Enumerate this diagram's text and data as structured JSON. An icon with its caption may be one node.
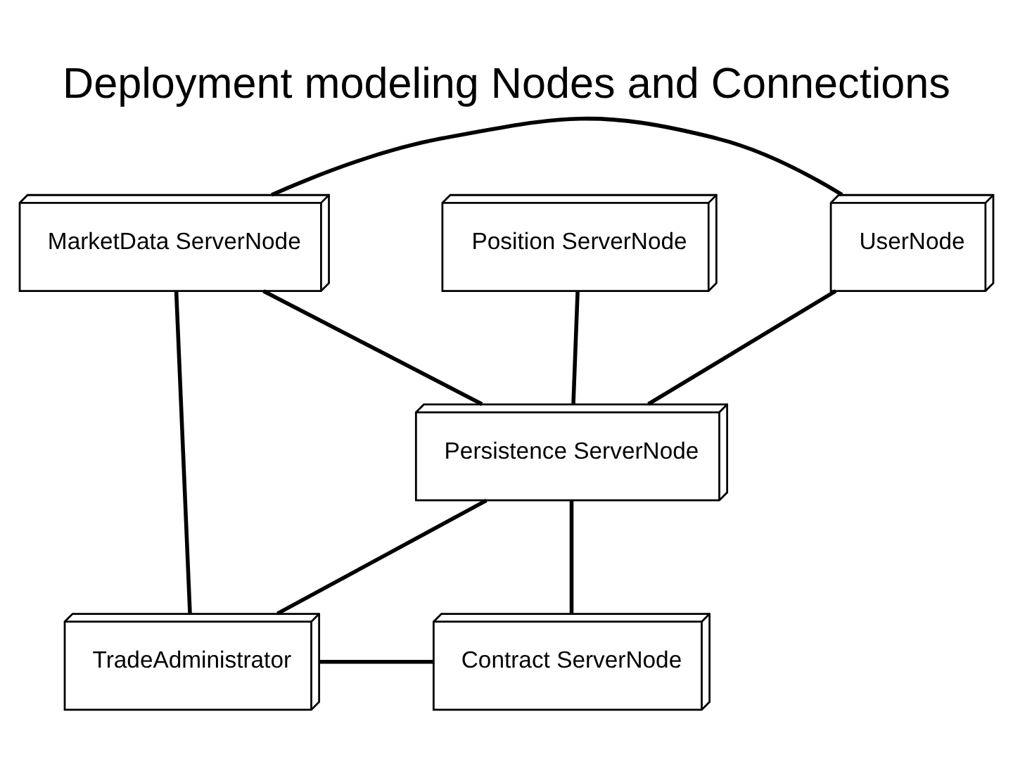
{
  "diagram": {
    "title": "Deployment modeling Nodes and Connections",
    "nodes": [
      {
        "text": [
          "MarketData ServerNode"
        ]
      },
      {
        "text": [
          "UserNode"
        ]
      },
      {
        "text": [
          "Position ServerNode"
        ]
      },
      {
        "text": [
          "Persistence ServerNode"
        ]
      },
      {
        "text": [
          "TradeAdministrator"
        ]
      },
      {
        "text": [
          "Contract ServerNode"
        ]
      }
    ],
    "edges": [
      {
        "from": 0,
        "to": 1,
        "arrow": "none"
      },
      {
        "from": 0,
        "to": 3,
        "arrow": "none"
      },
      {
        "from": 0,
        "to": 4,
        "arrow": "none"
      },
      {
        "from": 1,
        "to": 3,
        "arrow": "none"
      },
      {
        "from": 2,
        "to": 3,
        "arrow": "none"
      },
      {
        "from": 3,
        "to": 4,
        "arrow": "none"
      },
      {
        "from": 3,
        "to": 5,
        "arrow": "none"
      },
      {
        "from": 4,
        "to": 5,
        "arrow": "none"
      }
    ]
  }
}
